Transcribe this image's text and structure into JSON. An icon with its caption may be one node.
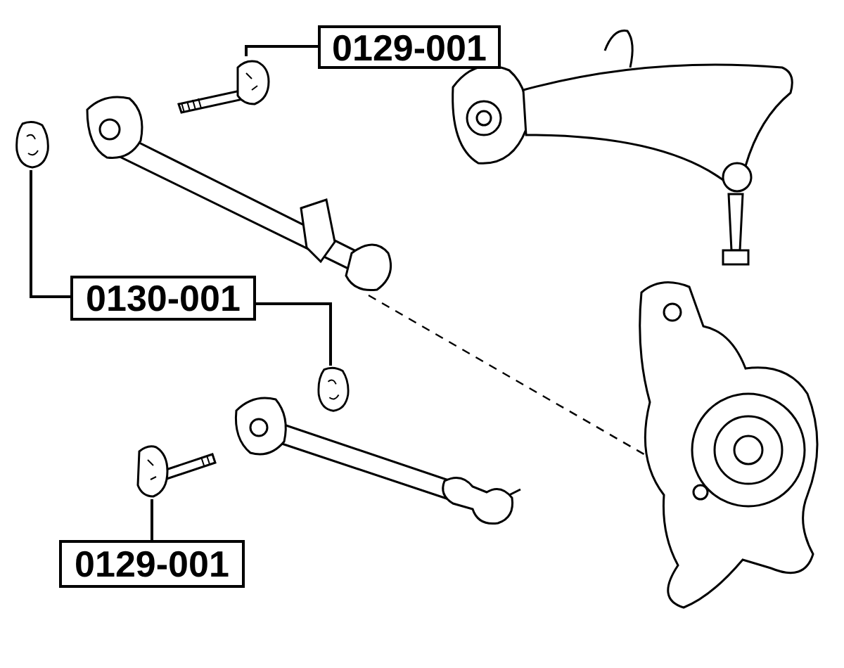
{
  "diagram": {
    "nodes": [
      {
        "text": [
          "0129-001"
        ]
      },
      {
        "text": [],
        "shape": "picture"
      },
      {
        "text": [
          "0130-001"
        ]
      },
      {
        "text": [],
        "shape": "picture"
      },
      {
        "text": [],
        "shape": "picture"
      },
      {
        "text": [
          "0129-001"
        ]
      },
      {
        "text": [],
        "shape": "picture"
      }
    ],
    "edges": [
      {
        "from": 0,
        "to": 1,
        "arrow": "none"
      },
      {
        "from": 2,
        "to": 3,
        "arrow": "none"
      },
      {
        "from": 2,
        "to": 4,
        "arrow": "none"
      },
      {
        "from": 5,
        "to": 6,
        "arrow": "none"
      }
    ]
  }
}
